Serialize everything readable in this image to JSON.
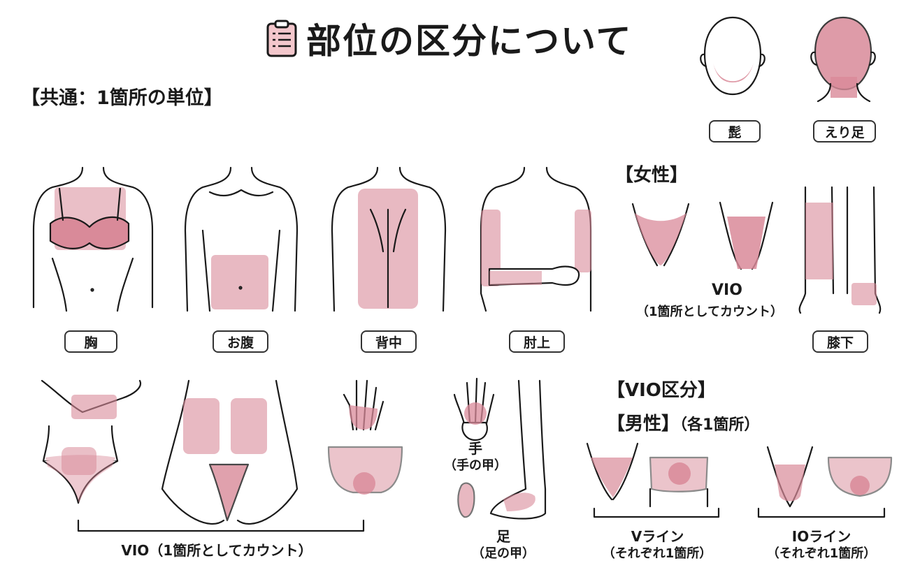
{
  "title": "部位の区分について",
  "sections": {
    "common": "【共通：1箇所の単位】",
    "female": "【女性】",
    "vio_division": "【VIO区分】",
    "male": "【男性】",
    "male_note": "（各1箇所）"
  },
  "labels": {
    "beard": "髭",
    "nape": "えり足",
    "chest": "胸",
    "abdomen": "お腹",
    "back": "背中",
    "upper_arm": "肘上",
    "below_knee": "膝下"
  },
  "captions": {
    "female_vio": "VIO",
    "female_vio_note": "（1箇所としてカウント）",
    "bottom_vio": "VIO（1箇所としてカウント）",
    "hand": "手",
    "hand_note": "（手の甲）",
    "foot": "足",
    "foot_note": "（足の甲）",
    "v_line": "Vライン",
    "v_line_note": "（それぞれ1箇所）",
    "io_line": "IOライン",
    "io_line_note": "（それぞれ1箇所）"
  },
  "colors": {
    "highlight": "#d98a99",
    "outline": "#1a1a1a",
    "icon_bg": "#f3c7cc"
  },
  "icons": [
    "clipboard-icon"
  ]
}
